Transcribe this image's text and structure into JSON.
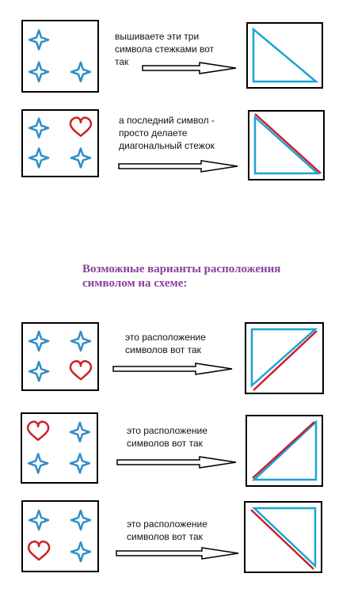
{
  "colors": {
    "cross": "#2f8fc8",
    "heart": "#cc2222",
    "stitch_blue": "#1aa3d6",
    "stitch_red": "#cc1f2a",
    "frame": "#000000",
    "heading": "#8b3f9c"
  },
  "heading": {
    "line1": "Возможные варианты расположения",
    "line2": "символом на схеме:"
  },
  "rows": [
    {
      "text1": "вышиваете эти три",
      "text2": "символа стежками вот",
      "text3": "так",
      "symbols": [
        "cross",
        "",
        "cross",
        "cross"
      ],
      "triangle": "top-left-bottom-right",
      "red_diagonal": false
    },
    {
      "text1": "а последний символ -",
      "text2": "просто делаете",
      "text3": "диагональный стежок",
      "symbols": [
        "cross",
        "heart",
        "cross",
        "cross"
      ],
      "triangle": "top-left-bottom-right",
      "red_diagonal": true
    },
    {
      "text1": "это расположение",
      "text2": "символов вот так",
      "text3": "",
      "symbols": [
        "cross",
        "cross",
        "cross",
        "heart"
      ],
      "triangle": "top-left-bottom-left-top-right",
      "red_diagonal": true
    },
    {
      "text1": "это расположение",
      "text2": "символов вот так",
      "text3": "",
      "symbols": [
        "heart",
        "cross",
        "cross",
        "cross"
      ],
      "triangle": "top-right-bottom-right-bottom-left",
      "red_diagonal": true
    },
    {
      "text1": "это расположение",
      "text2": "символов вот так",
      "text3": "",
      "symbols": [
        "cross",
        "cross",
        "heart",
        "cross"
      ],
      "triangle": "top-left-top-right-bottom-right",
      "red_diagonal": true
    }
  ]
}
